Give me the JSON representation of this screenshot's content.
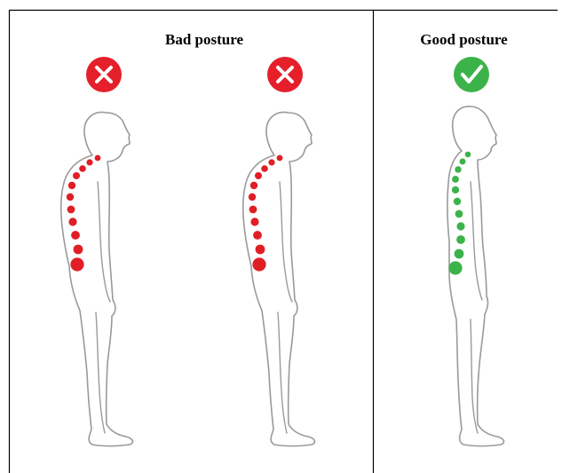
{
  "panels": {
    "bad": {
      "title": "Bad posture",
      "verdict_icon": "x-mark-icon",
      "verdict_color": "#e5202a",
      "spine_color": "#e01e26"
    },
    "good": {
      "title": "Good posture",
      "verdict_icon": "check-mark-icon",
      "verdict_color": "#3cb34a",
      "spine_color": "#3cb34a"
    }
  },
  "figures": [
    {
      "id": "bad-1",
      "posture": "hunched",
      "panel": "bad"
    },
    {
      "id": "bad-2",
      "posture": "hunched",
      "panel": "bad"
    },
    {
      "id": "good-1",
      "posture": "upright",
      "panel": "good"
    }
  ],
  "colors": {
    "frame": "#000000",
    "outline": "#9a9a9a",
    "background": "#ffffff"
  }
}
